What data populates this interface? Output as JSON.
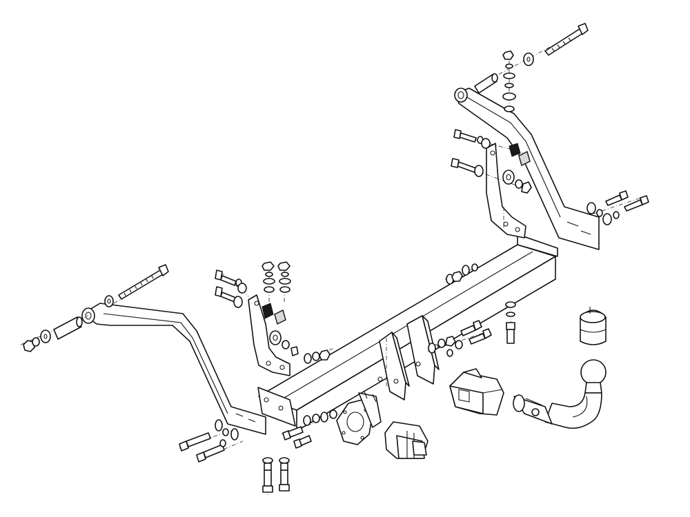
{
  "diagram": {
    "type": "exploded-assembly",
    "parts": [
      "crossbar",
      "left-side-arm",
      "right-side-arm",
      "left-bracket",
      "right-bracket",
      "center-mounting-plates",
      "tow-ball-neck",
      "tow-ball-cover",
      "ball-socket-housing",
      "electrical-socket-plate",
      "electrical-socket-connector",
      "bolts",
      "nuts",
      "washers",
      "spacer-sleeves"
    ]
  }
}
